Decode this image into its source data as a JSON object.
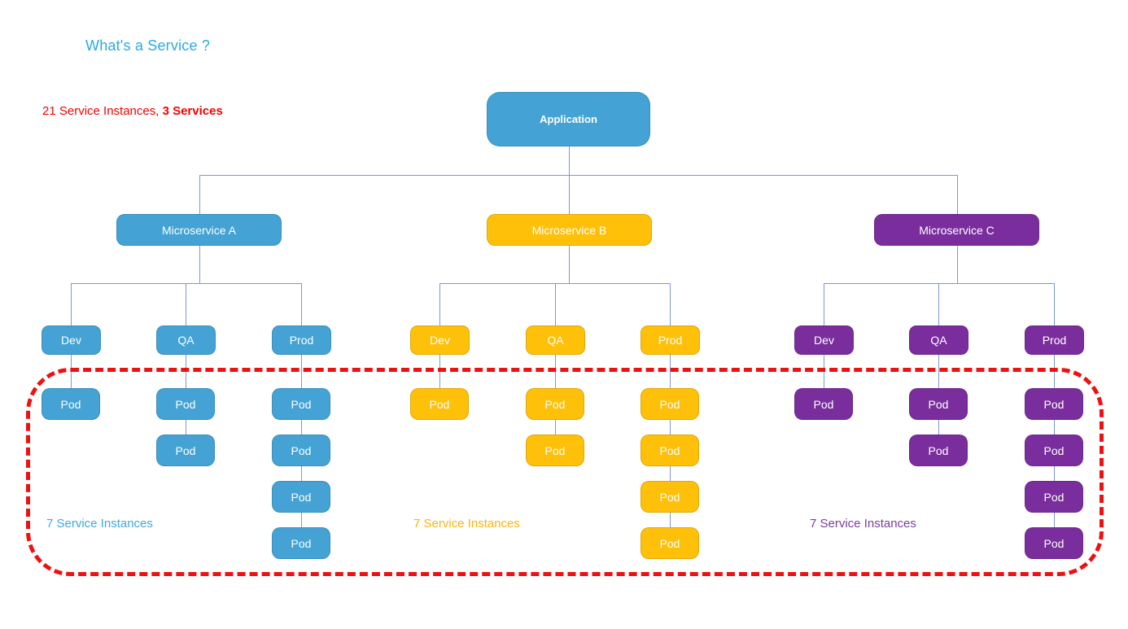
{
  "title": "What's a Service ?",
  "summary": {
    "regular": "21 Service Instances, ",
    "bold": "3 Services"
  },
  "root": {
    "label": "Application"
  },
  "colors": {
    "title": "#29ABE2",
    "summary_text": "#F40000",
    "service_a": "#44A3D4",
    "service_b": "#FFC00A",
    "service_c": "#7A2E9D",
    "connector_line": "#7E97D2",
    "highlight_border": "#EE1111"
  },
  "services": [
    {
      "name": "Microservice A",
      "color": "#44A3D4",
      "label_color": "#3FA9DC",
      "instances_label": "7 Service Instances",
      "environments": [
        {
          "label": "Dev",
          "pods": [
            "Pod"
          ]
        },
        {
          "label": "QA",
          "pods": [
            "Pod",
            "Pod"
          ]
        },
        {
          "label": "Prod",
          "pods": [
            "Pod",
            "Pod",
            "Pod",
            "Pod"
          ]
        }
      ]
    },
    {
      "name": "Microservice B",
      "color": "#FFC00A",
      "label_color": "#FFB40B",
      "instances_label": "7 Service Instances",
      "environments": [
        {
          "label": "Dev",
          "pods": [
            "Pod"
          ]
        },
        {
          "label": "QA",
          "pods": [
            "Pod",
            "Pod"
          ]
        },
        {
          "label": "Prod",
          "pods": [
            "Pod",
            "Pod",
            "Pod",
            "Pod"
          ]
        }
      ]
    },
    {
      "name": "Microservice C",
      "color": "#7A2E9D",
      "label_color": "#7A3F9C",
      "instances_label": "7 Service Instances",
      "environments": [
        {
          "label": "Dev",
          "pods": [
            "Pod"
          ]
        },
        {
          "label": "QA",
          "pods": [
            "Pod",
            "Pod"
          ]
        },
        {
          "label": "Prod",
          "pods": [
            "Pod",
            "Pod",
            "Pod",
            "Pod"
          ]
        }
      ]
    }
  ]
}
